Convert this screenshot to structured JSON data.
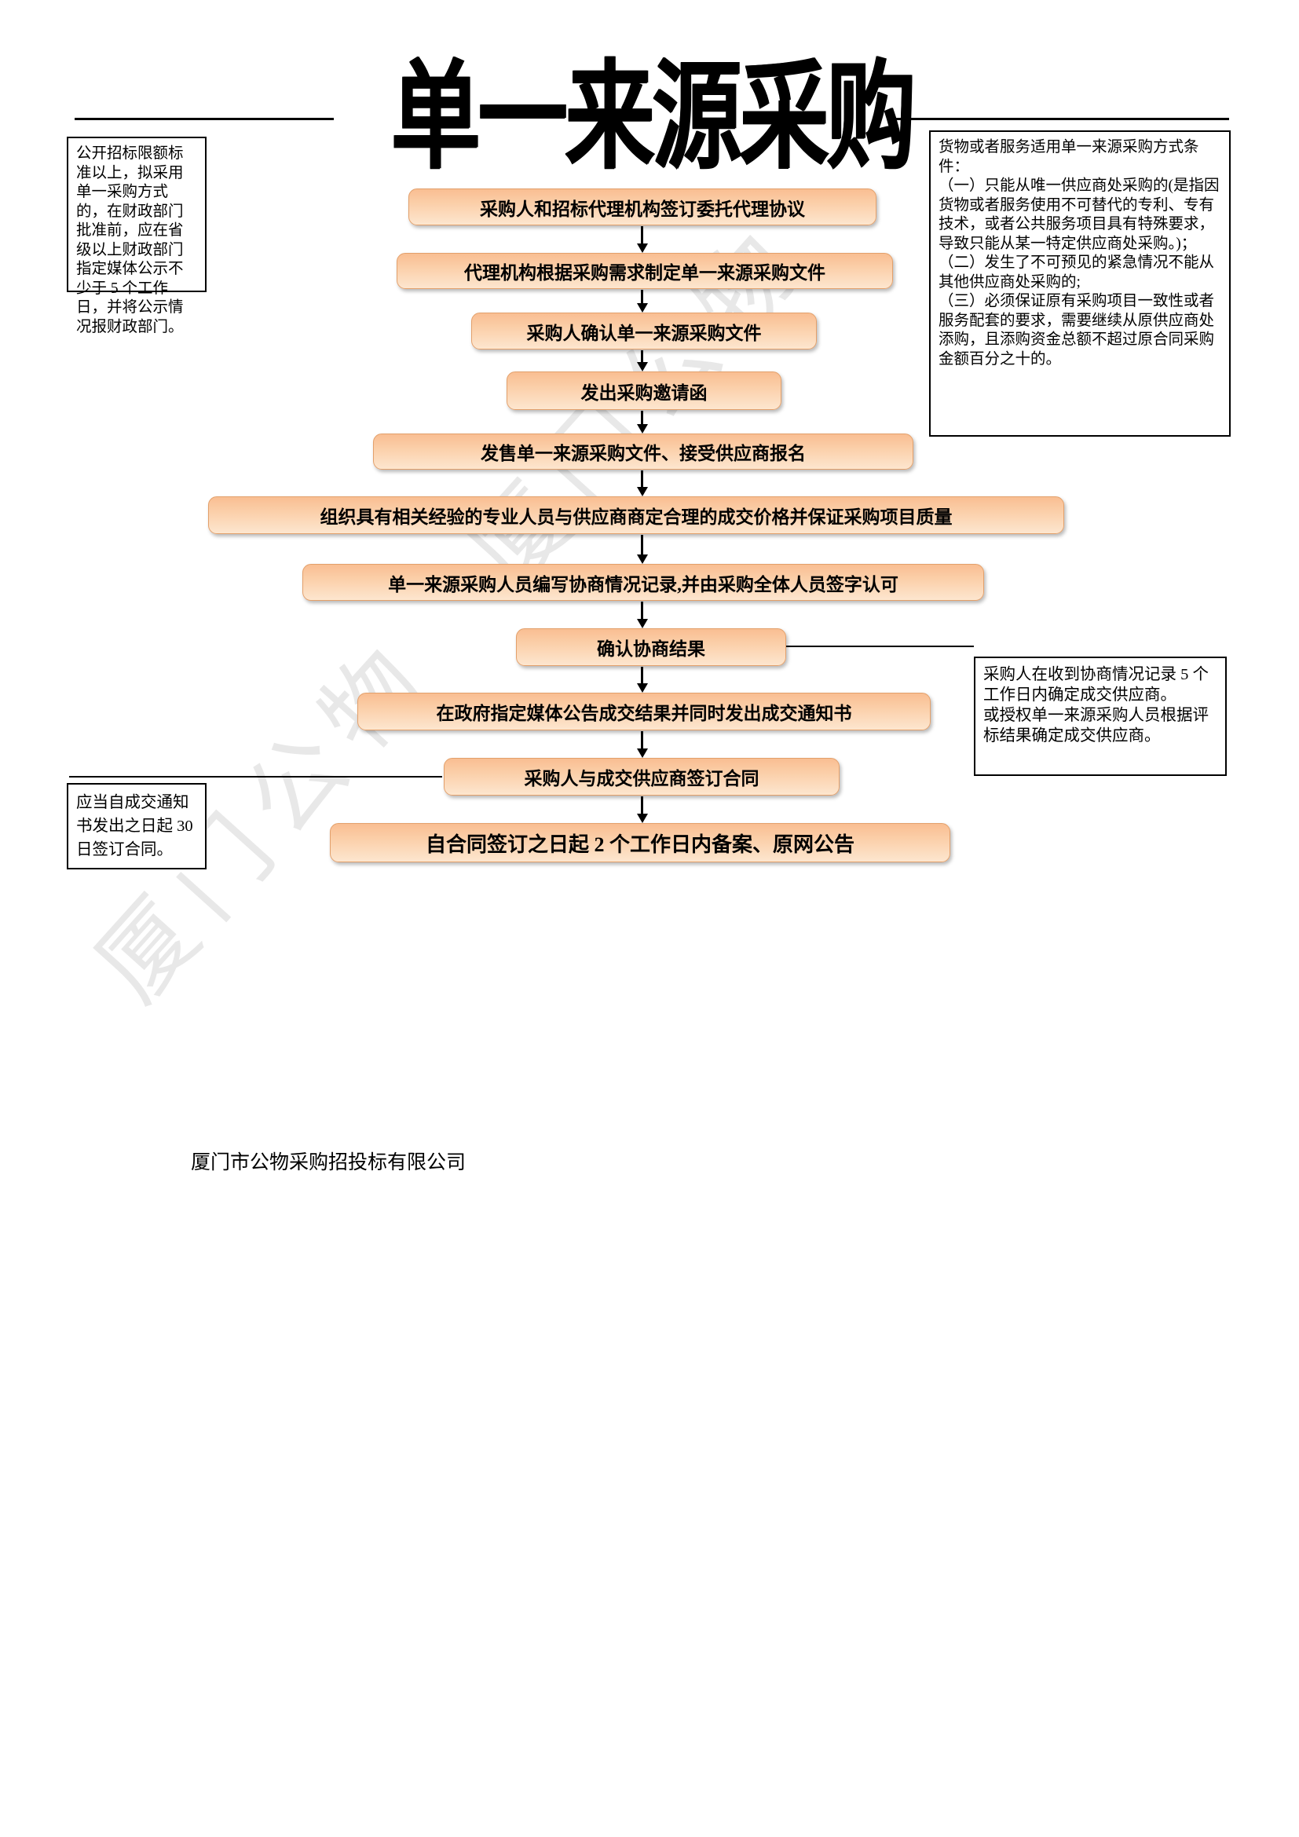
{
  "page": {
    "title": "单一来源采购",
    "footer": "厦门市公物采购招投标有限公司",
    "watermark": "厦门公物　厦门公物"
  },
  "annotations": {
    "top_left": "公开招标限额标准以上，拟采用单一采购方式的，在财政部门批准前，应在省级以上财政部门指定媒体公示不少于 5 个工作日，并将公示情况报财政部门。",
    "top_right": "货物或者服务适用单一来源采购方式条件：\n（一）只能从唯一供应商处采购的(是指因货物或者服务使用不可替代的专利、专有技术，或者公共服务项目具有特殊要求，导致只能从某一特定供应商处采购。)；\n（二）发生了不可预见的紧急情况不能从其他供应商处采购的;\n（三）必须保证原有采购项目一致性或者服务配套的要求，需要继续从原供应商处添购，且添购资金总额不超过原合同采购金额百分之十的。",
    "mid_right": "采购人在收到协商情况记录 5 个工作日内确定成交供应商。\n或授权单一来源采购人员根据评标结果确定成交供应商。",
    "bottom_left": "应当自成交通知书发出之日起 30 日签订合同。"
  },
  "flow": {
    "steps": [
      {
        "label": "采购人和招标代理机构签订委托代理协议"
      },
      {
        "label": "代理机构根据采购需求制定单一来源采购文件"
      },
      {
        "label": "采购人确认单一来源采购文件"
      },
      {
        "label": "发出采购邀请函"
      },
      {
        "label": "发售单一来源采购文件、接受供应商报名"
      },
      {
        "label": "组织具有相关经验的专业人员与供应商商定合理的成交价格并保证采购项目质量"
      },
      {
        "label": "单一来源采购人员编写协商情况记录,并由采购全体人员签字认可"
      },
      {
        "label": "确认协商结果"
      },
      {
        "label": "在政府指定媒体公告成交结果并同时发出成交通知书"
      },
      {
        "label": "采购人与成交供应商签订合同"
      },
      {
        "label": "自合同签订之日起 2 个工作日内备案、原网公告"
      }
    ]
  },
  "colors": {
    "flow_box_top": "#f9be92",
    "flow_box_bottom": "#fde6cf",
    "flow_box_border": "#e3a06b",
    "line": "#000000"
  }
}
